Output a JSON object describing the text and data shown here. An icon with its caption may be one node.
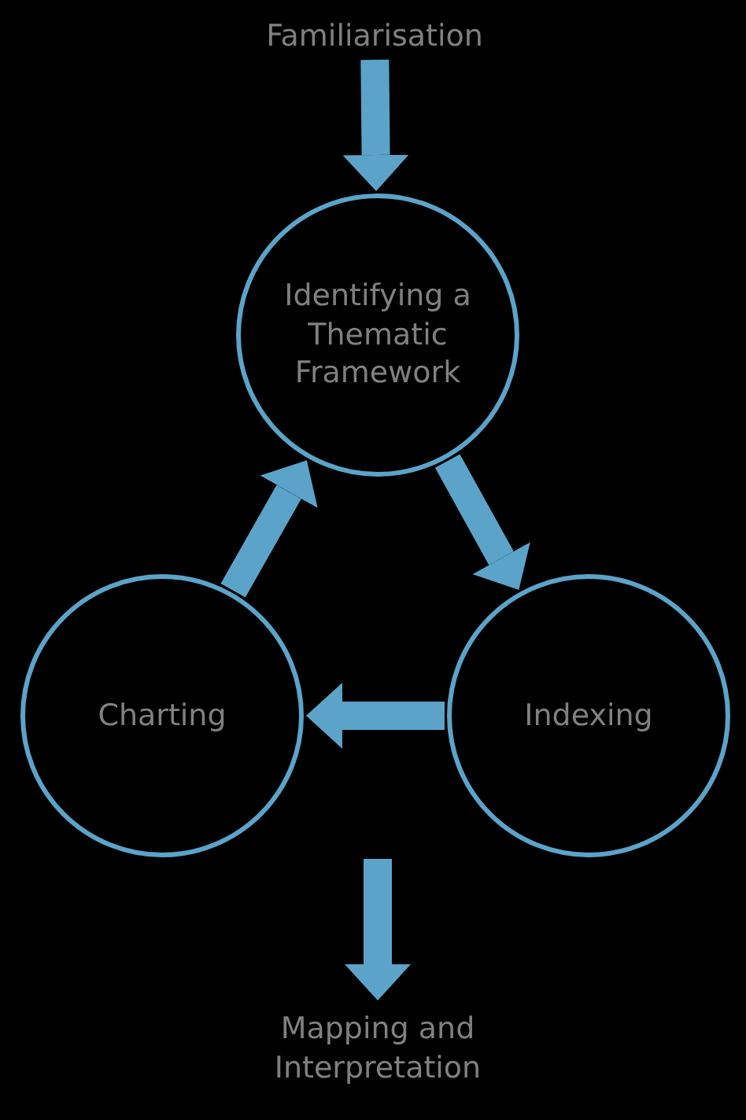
{
  "diagram": {
    "nodes": [
      {
        "text": [
          "Familiarisation"
        ]
      },
      {
        "text": [
          "Identifying a Thematic Framework"
        ]
      },
      {
        "text": [
          "Indexing"
        ]
      },
      {
        "text": [
          "Charting"
        ]
      },
      {
        "text": [
          "Mapping and Interpretation"
        ]
      }
    ],
    "edges": [
      {
        "from": 0,
        "to": 1,
        "arrow": "to"
      },
      {
        "from": 1,
        "to": 2,
        "arrow": "to"
      },
      {
        "from": 2,
        "to": 3,
        "arrow": "to"
      },
      {
        "from": 3,
        "to": 1,
        "arrow": "to"
      },
      {
        "from": null,
        "to": 4,
        "arrow": "to"
      }
    ]
  }
}
